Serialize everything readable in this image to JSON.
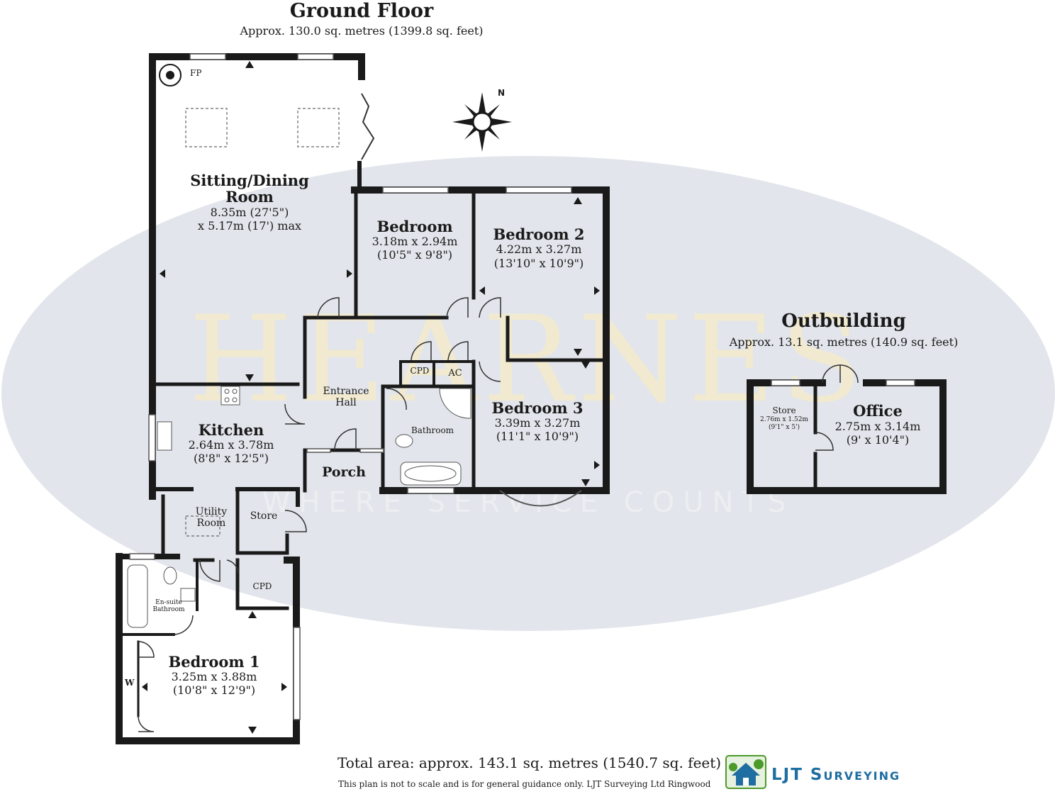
{
  "header": {
    "title": "Ground Floor",
    "area": "Approx. 130.0 sq. metres (1399.8 sq. feet)"
  },
  "watermark": {
    "name": "HEARNES",
    "tagline": "WHERE SERVICE COUNTS"
  },
  "rooms": {
    "sitting": {
      "name": "Sitting/Dining Room",
      "line1": "Sitting/Dining",
      "line2": "Room",
      "dim1": "8.35m (27'5\")",
      "dim2": "x 5.17m (17') max"
    },
    "bedroom": {
      "name": "Bedroom",
      "dim1": "3.18m x 2.94m",
      "dim2": "(10'5\" x 9'8\")"
    },
    "bedroom2": {
      "name": "Bedroom 2",
      "dim1": "4.22m x 3.27m",
      "dim2": "(13'10\" x 10'9\")"
    },
    "bedroom3": {
      "name": "Bedroom 3",
      "dim1": "3.39m x 3.27m",
      "dim2": "(11'1\" x 10'9\")"
    },
    "kitchen": {
      "name": "Kitchen",
      "dim1": "2.64m x 3.78m",
      "dim2": "(8'8\" x 12'5\")"
    },
    "bedroom1": {
      "name": "Bedroom 1",
      "dim1": "3.25m x 3.88m",
      "dim2": "(10'8\" x 12'9\")"
    },
    "entrance_hall": {
      "line1": "Entrance",
      "line2": "Hall"
    },
    "utility": {
      "line1": "Utility",
      "line2": "Room"
    },
    "porch": "Porch",
    "store": "Store",
    "bathroom": "Bathroom",
    "cpd1": "CPD",
    "cpd2": "CPD",
    "ac": "AC",
    "ensuite": {
      "line1": "En-suite",
      "line2": "Bathroom"
    },
    "fp": "FP",
    "wardrobe": "W"
  },
  "outbuilding": {
    "title": "Outbuilding",
    "area": "Approx. 13.1 sq. metres (140.9 sq. feet)",
    "store": {
      "name": "Store",
      "dim1": "2.76m x 1.52m",
      "dim2": "(9'1\" x 5')"
    },
    "office": {
      "name": "Office",
      "dim1": "2.75m x 3.14m",
      "dim2": "(9' x 10'4\")"
    }
  },
  "compass": "N",
  "footer": {
    "total": "Total area: approx. 143.1 sq. metres (1540.7 sq. feet)",
    "note": "This plan is not to scale and is for general guidance only. LJT Surveying Ltd Ringwood",
    "brand": "LJT Surveying"
  },
  "colors": {
    "wall": "#1a1a1a",
    "watermark_oval": "#dde1e7",
    "watermark_text": "#f4eccc",
    "brand_blue": "#1e6ea1",
    "brand_green": "#4c9a2a"
  }
}
